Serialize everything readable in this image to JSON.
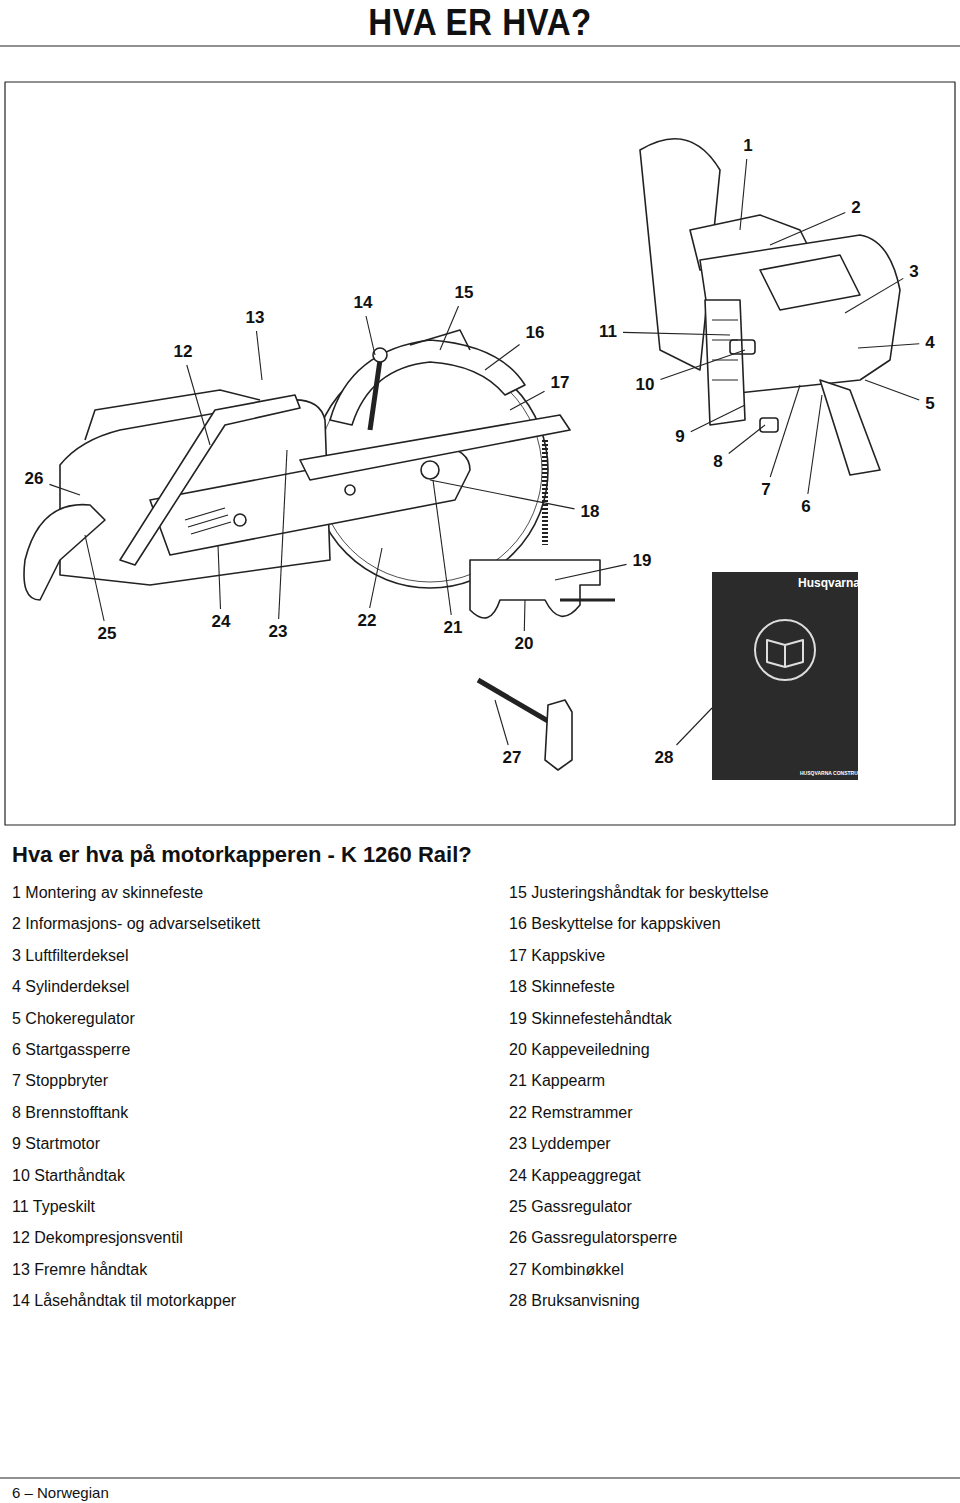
{
  "diagram": {
    "title": "HVA ER HVA?",
    "labels": [
      "Hva er hva på motorkapperen - K 1260 Rail?",
      "1",
      "2",
      "3",
      "4",
      "5",
      "6",
      "7",
      "8",
      "9",
      "10",
      "11",
      "12",
      "13",
      "14",
      "15",
      "16",
      "17",
      "18",
      "19",
      "20",
      "21",
      "22",
      "23",
      "24",
      "25",
      "26",
      "27",
      "28",
      "1 Montering av skinnefeste",
      "2 Informasjons- og advarselsetikett",
      "3 Luftfilterdeksel",
      "4 Sylinderdeksel",
      "5 Chokeregulator",
      "6 Startgassperre",
      "7 Stoppbryter",
      "8 Brennstofftank",
      "9 Startmotor",
      "10 Starthåndtak",
      "11 Typeskilt",
      "12 Dekompresjonsventil",
      "13 Fremre håndtak",
      "14 Låsehåndtak til motorkapper",
      "15 Justeringshåndtak for beskyttelse",
      "16 Beskyttelse for kappskiven",
      "17 Kappskive",
      "18 Skinnefeste",
      "19 Skinnefestehåndtak",
      "20 Kappeveiledning",
      "21 Kappearm",
      "22 Remstrammer",
      "23 Lyddemper",
      "24 Kappeaggregat",
      "25 Gassregulator",
      "26 Gassregulatorsperre",
      "27 Kombinøkkel",
      "28 Bruksanvisning",
      "Husqvarna",
      "HUSQVARNA CONSTRUCTION PRODUCTS",
      "6 – Norwegian"
    ]
  }
}
